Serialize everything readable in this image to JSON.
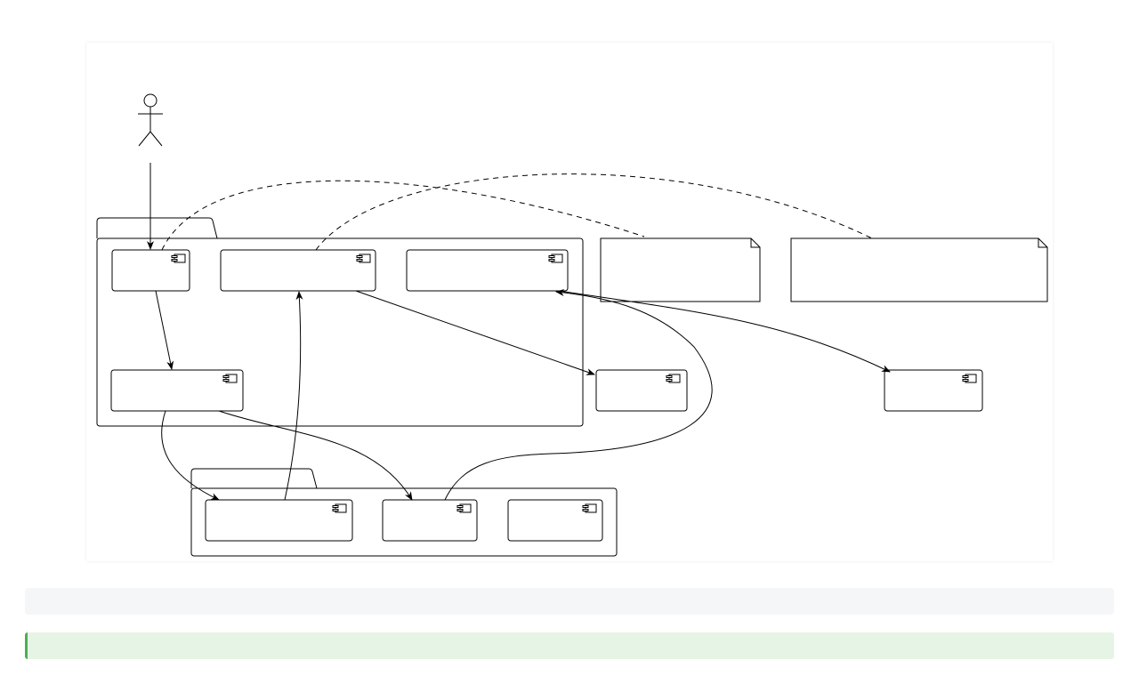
{
  "diagram": {
    "type": "component",
    "actor_label": "",
    "packages": [
      {
        "id": "package-upper",
        "label": ""
      },
      {
        "id": "package-lower",
        "label": ""
      }
    ],
    "components": [
      {
        "id": "comp-1",
        "label": ""
      },
      {
        "id": "comp-2",
        "label": ""
      },
      {
        "id": "comp-3",
        "label": ""
      },
      {
        "id": "comp-4",
        "label": ""
      },
      {
        "id": "comp-5",
        "label": ""
      },
      {
        "id": "comp-6",
        "label": ""
      },
      {
        "id": "comp-7",
        "label": ""
      },
      {
        "id": "comp-8",
        "label": ""
      },
      {
        "id": "comp-9",
        "label": ""
      }
    ],
    "notes": [
      {
        "id": "note-1",
        "text": ""
      },
      {
        "id": "note-2",
        "text": ""
      }
    ],
    "stroke_color": "#000000",
    "fill_color": "#ffffff"
  },
  "status": {
    "info_text": "",
    "success_text": "",
    "info_bg": "#f5f6f8",
    "success_bg": "#e6f4e6",
    "success_accent": "#4caf50"
  }
}
